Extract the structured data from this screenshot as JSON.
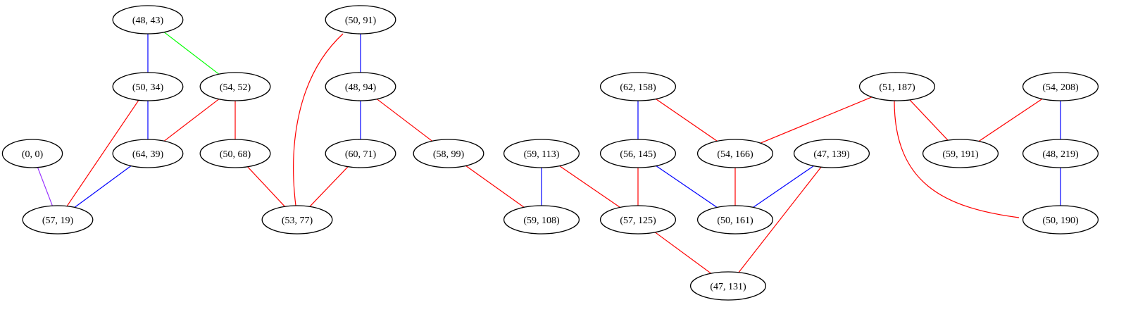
{
  "nodes": [
    {
      "id": "n48_43",
      "label": "(48, 43)"
    },
    {
      "id": "n50_91",
      "label": "(50, 91)"
    },
    {
      "id": "n50_34",
      "label": "(50, 34)"
    },
    {
      "id": "n54_52",
      "label": "(54, 52)"
    },
    {
      "id": "n48_94",
      "label": "(48, 94)"
    },
    {
      "id": "n62_158",
      "label": "(62, 158)"
    },
    {
      "id": "n51_187",
      "label": "(51, 187)"
    },
    {
      "id": "n54_208",
      "label": "(54, 208)"
    },
    {
      "id": "n0_0",
      "label": "(0, 0)"
    },
    {
      "id": "n64_39",
      "label": "(64, 39)"
    },
    {
      "id": "n50_68",
      "label": "(50, 68)"
    },
    {
      "id": "n60_71",
      "label": "(60, 71)"
    },
    {
      "id": "n58_99",
      "label": "(58, 99)"
    },
    {
      "id": "n59_113",
      "label": "(59, 113)"
    },
    {
      "id": "n56_145",
      "label": "(56, 145)"
    },
    {
      "id": "n54_166",
      "label": "(54, 166)"
    },
    {
      "id": "n47_139",
      "label": "(47, 139)"
    },
    {
      "id": "n59_191",
      "label": "(59, 191)"
    },
    {
      "id": "n48_219",
      "label": "(48, 219)"
    },
    {
      "id": "n57_19",
      "label": "(57, 19)"
    },
    {
      "id": "n53_77",
      "label": "(53, 77)"
    },
    {
      "id": "n59_108",
      "label": "(59, 108)"
    },
    {
      "id": "n57_125",
      "label": "(57, 125)"
    },
    {
      "id": "n50_161",
      "label": "(50, 161)"
    },
    {
      "id": "n50_190",
      "label": "(50, 190)"
    },
    {
      "id": "n47_131",
      "label": "(47, 131)"
    }
  ],
  "edges": [
    {
      "from": "n48_43",
      "to": "n50_34",
      "color": "#0000ff"
    },
    {
      "from": "n48_43",
      "to": "n54_52",
      "color": "#00ff00"
    },
    {
      "from": "n50_34",
      "to": "n64_39",
      "color": "#0000ff"
    },
    {
      "from": "n50_34",
      "to": "n57_19",
      "color": "#ff0000"
    },
    {
      "from": "n54_52",
      "to": "n64_39",
      "color": "#ff0000"
    },
    {
      "from": "n54_52",
      "to": "n50_68",
      "color": "#ff0000"
    },
    {
      "from": "n0_0",
      "to": "n57_19",
      "color": "#9933ff"
    },
    {
      "from": "n64_39",
      "to": "n57_19",
      "color": "#0000ff"
    },
    {
      "from": "n50_91",
      "to": "n48_94",
      "color": "#0000ff"
    },
    {
      "from": "n50_91",
      "to": "n53_77",
      "color": "#ff0000"
    },
    {
      "from": "n50_68",
      "to": "n53_77",
      "color": "#ff0000"
    },
    {
      "from": "n48_94",
      "to": "n60_71",
      "color": "#0000ff"
    },
    {
      "from": "n48_94",
      "to": "n58_99",
      "color": "#ff0000"
    },
    {
      "from": "n60_71",
      "to": "n53_77",
      "color": "#ff0000"
    },
    {
      "from": "n58_99",
      "to": "n59_108",
      "color": "#ff0000"
    },
    {
      "from": "n59_113",
      "to": "n59_108",
      "color": "#0000ff"
    },
    {
      "from": "n59_113",
      "to": "n57_125",
      "color": "#ff0000"
    },
    {
      "from": "n62_158",
      "to": "n56_145",
      "color": "#0000ff"
    },
    {
      "from": "n62_158",
      "to": "n54_166",
      "color": "#ff0000"
    },
    {
      "from": "n56_145",
      "to": "n57_125",
      "color": "#ff0000"
    },
    {
      "from": "n56_145",
      "to": "n50_161",
      "color": "#0000ff"
    },
    {
      "from": "n54_166",
      "to": "n50_161",
      "color": "#ff0000"
    },
    {
      "from": "n47_139",
      "to": "n50_161",
      "color": "#0000ff"
    },
    {
      "from": "n47_139",
      "to": "n47_131",
      "color": "#ff0000"
    },
    {
      "from": "n57_125",
      "to": "n47_131",
      "color": "#ff0000"
    },
    {
      "from": "n51_187",
      "to": "n54_166",
      "color": "#ff0000"
    },
    {
      "from": "n51_187",
      "to": "n59_191",
      "color": "#ff0000"
    },
    {
      "from": "n51_187",
      "to": "n50_190",
      "color": "#ff0000"
    },
    {
      "from": "n54_208",
      "to": "n59_191",
      "color": "#ff0000"
    },
    {
      "from": "n54_208",
      "to": "n48_219",
      "color": "#0000ff"
    },
    {
      "from": "n48_219",
      "to": "n50_190",
      "color": "#0000ff"
    }
  ]
}
